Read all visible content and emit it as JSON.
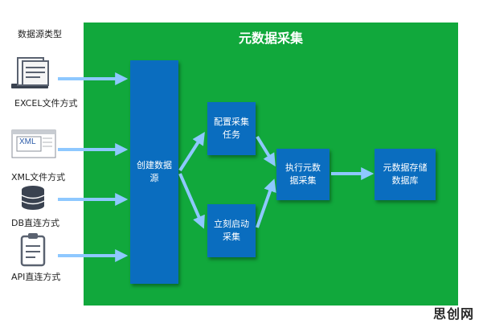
{
  "diagram": {
    "title": "元数据采集",
    "sources_header": "数据源类型",
    "sources": [
      {
        "icon": "document-stack-icon",
        "label": "EXCEL文件方式"
      },
      {
        "icon": "xml-window-icon",
        "label": "XML文件方式",
        "icon_text": "XML"
      },
      {
        "icon": "database-icon",
        "label": "DB直连方式"
      },
      {
        "icon": "clipboard-icon",
        "label": "API直连方式"
      }
    ],
    "nodes": {
      "create": "创建数据源",
      "config": "配置采集任务",
      "immediate": "立刻启动采集",
      "execute": "执行元数据采集",
      "store": "元数据存储数据库"
    },
    "watermark": "思创网",
    "colors": {
      "panel_green": "#11a83c",
      "node_blue": "#0a6dbf",
      "arrow_blue": "#8ec8ff"
    }
  }
}
